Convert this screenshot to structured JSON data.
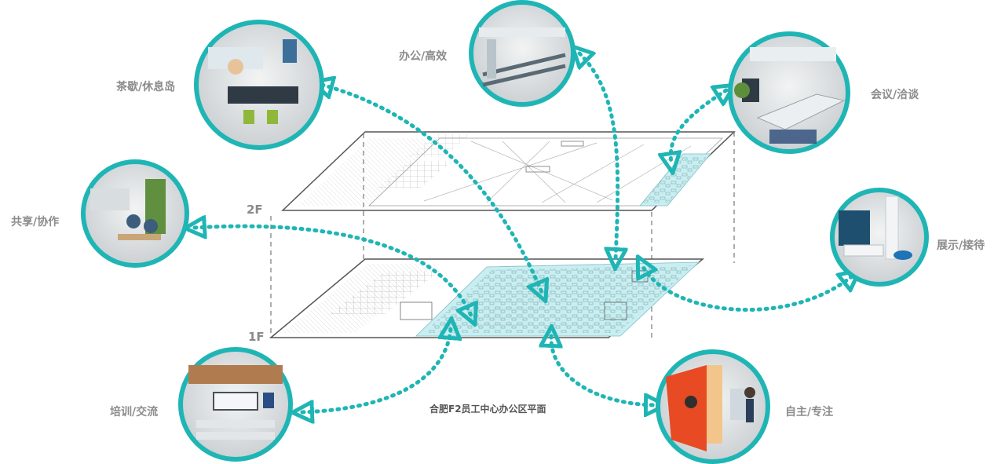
{
  "diagram": {
    "caption": "合肥F2员工中心办公区平面",
    "floors": {
      "upper": "2F",
      "lower": "1F"
    },
    "zones": [
      {
        "id": "tea",
        "label": "茶歇/休息岛"
      },
      {
        "id": "office",
        "label": "办公/高效"
      },
      {
        "id": "meeting",
        "label": "会议/洽谈"
      },
      {
        "id": "share",
        "label": "共享/协作"
      },
      {
        "id": "display",
        "label": "展示/接待"
      },
      {
        "id": "training",
        "label": "培训/交流"
      },
      {
        "id": "focus",
        "label": "自主/专注"
      }
    ],
    "colors": {
      "accent": "#1fb5b5",
      "highlight": "#c9eef1",
      "line": "#666666"
    }
  }
}
